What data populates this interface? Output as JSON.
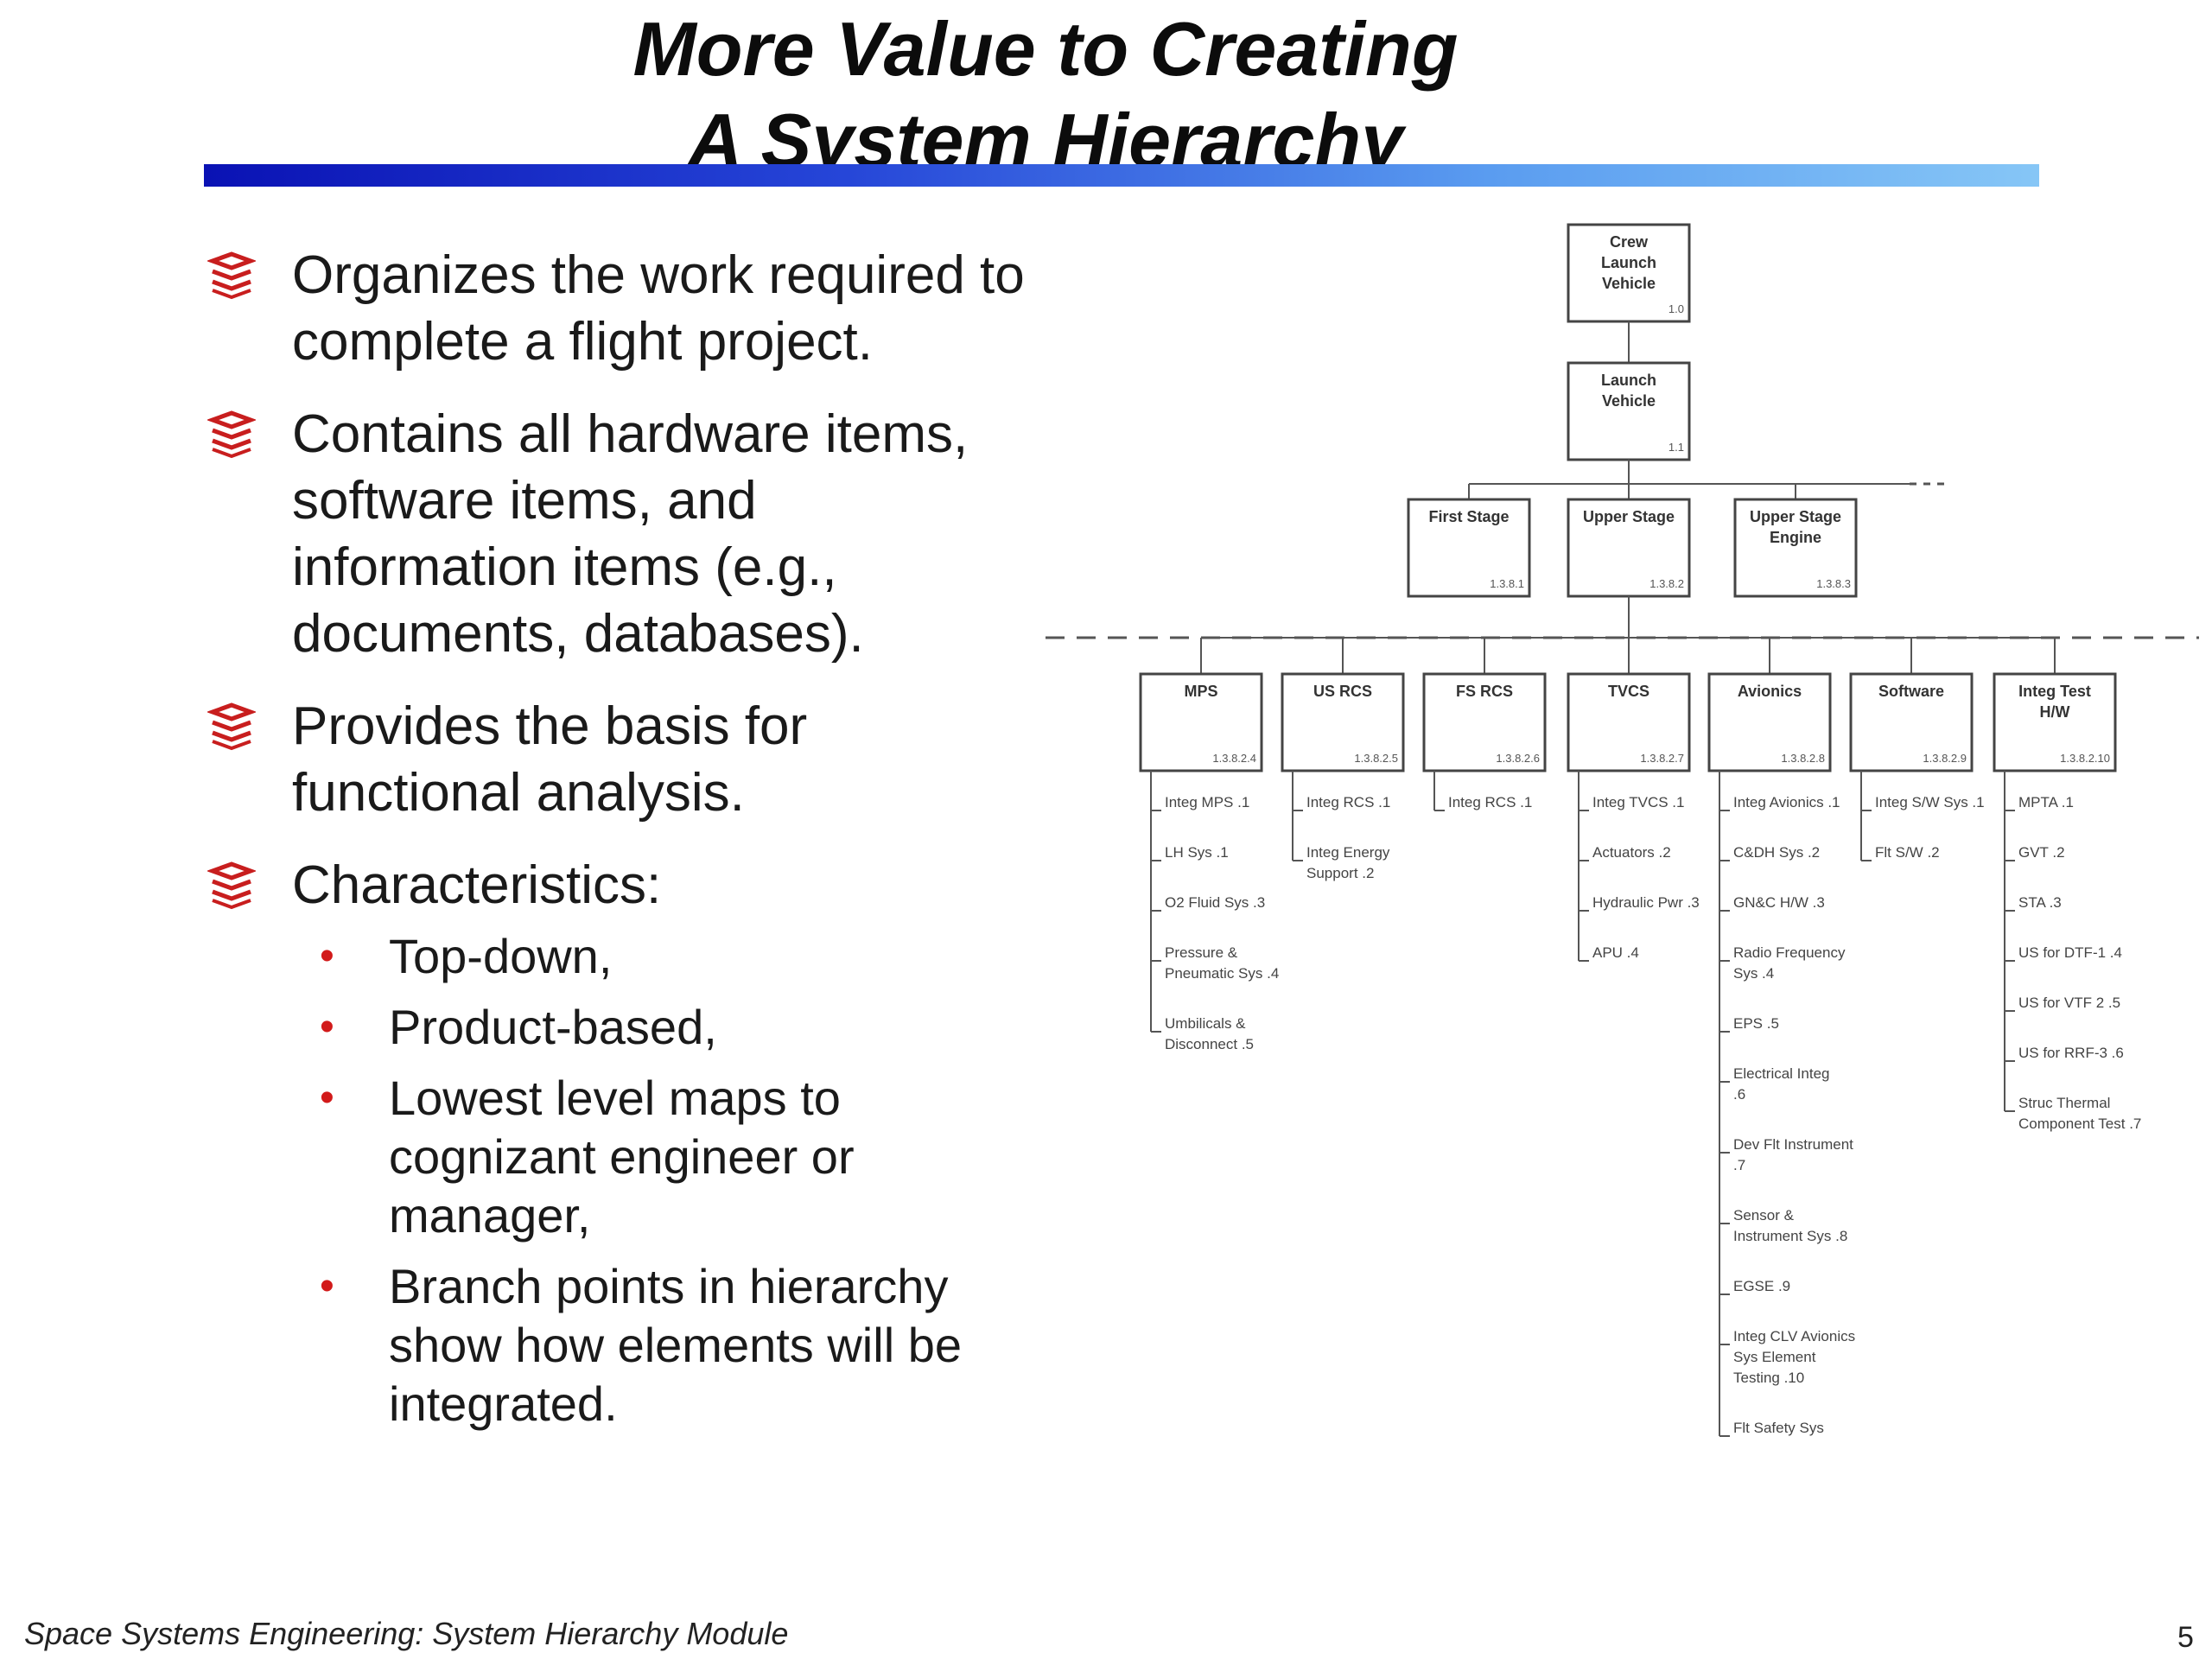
{
  "slide": {
    "title_line1": "More Value to Creating",
    "title_line2": "A System Hierarchy",
    "bullets": [
      "Organizes the work required to complete a flight project.",
      "Contains all hardware items, software items, and information items (e.g., documents, databases).",
      "Provides the basis for functional analysis.",
      "Characteristics:"
    ],
    "sub_bullets": [
      "Top-down,",
      "Product-based,",
      "Lowest level maps to cognizant engineer or manager,",
      "Branch points in hierarchy show how elements will be integrated."
    ],
    "footer": "Space Systems Engineering: System Hierarchy Module",
    "page_number": "5"
  },
  "colors": {
    "bullet_icon": "#c81e1e",
    "sub_bullet": "#d21a1a",
    "title_bar_start": "#0a12b4",
    "title_bar_end": "#86c6f6"
  },
  "icons": {
    "bullet": "book-stack-icon",
    "sub_bullet": "dot-icon"
  },
  "hierarchy": {
    "root": {
      "label": "Crew Launch Vehicle",
      "code": "1.0"
    },
    "level1": {
      "label": "Launch Vehicle",
      "code": "1.1"
    },
    "level2": [
      {
        "label": "First Stage",
        "code": "1.3.8.1"
      },
      {
        "label": "Upper Stage",
        "code": "1.3.8.2"
      },
      {
        "label": "Upper Stage Engine",
        "code": "1.3.8.3"
      }
    ],
    "level3": [
      {
        "label": "MPS",
        "code": "1.3.8.2.4",
        "children": [
          "Integ MPS .1",
          "LH Sys .1",
          "O2 Fluid Sys .3",
          "Pressure & Pneumatic Sys .4",
          "Umbilicals & Disconnect .5"
        ]
      },
      {
        "label": "US RCS",
        "code": "1.3.8.2.5",
        "children": [
          "Integ RCS .1",
          "Integ Energy Support .2"
        ]
      },
      {
        "label": "FS RCS",
        "code": "1.3.8.2.6",
        "children": [
          "Integ RCS .1"
        ]
      },
      {
        "label": "TVCS",
        "code": "1.3.8.2.7",
        "children": [
          "Integ TVCS .1",
          "Actuators .2",
          "Hydraulic Pwr .3",
          "APU .4"
        ]
      },
      {
        "label": "Avionics",
        "code": "1.3.8.2.8",
        "children": [
          "Integ Avionics .1",
          "C&DH Sys .2",
          "GN&C H/W .3",
          "Radio Frequency Sys .4",
          "EPS .5",
          "Electrical Integ .6",
          "Dev Flt Instrument .7",
          "Sensor & Instrument Sys .8",
          "EGSE .9",
          "Integ CLV Avionics Sys Element Testing .10",
          "Flt Safety Sys"
        ]
      },
      {
        "label": "Software",
        "code": "1.3.8.2.9",
        "children": [
          "Integ S/W Sys .1",
          "Flt S/W .2"
        ]
      },
      {
        "label": "Integ Test H/W",
        "code": "1.3.8.2.10",
        "children": [
          "MPTA .1",
          "GVT .2",
          "STA .3",
          "US for DTF-1 .4",
          "US for VTF 2 .5",
          "US for RRF-3 .6",
          "Struc Thermal Component Test .7"
        ]
      }
    ]
  }
}
